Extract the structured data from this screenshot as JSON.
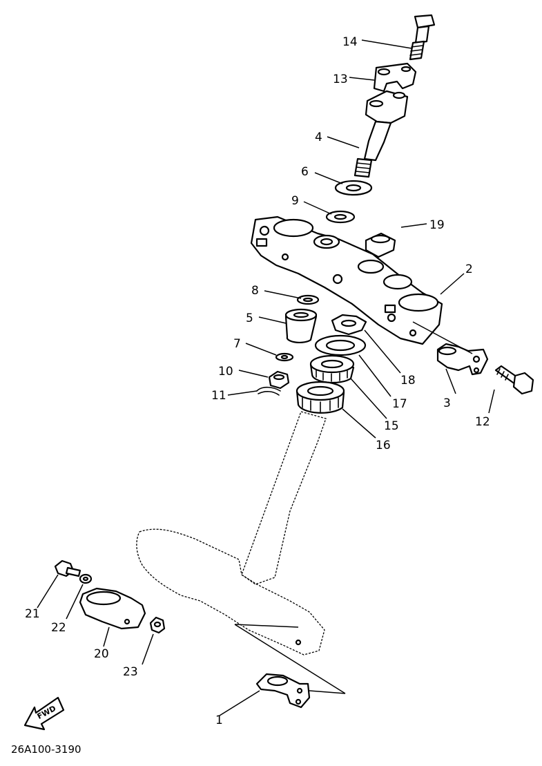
{
  "diagram_code": "26A100-3190",
  "fwd_label": "FWD",
  "callouts": {
    "c1": "1",
    "c2": "2",
    "c3": "3",
    "c4": "4",
    "c5": "5",
    "c6": "6",
    "c7": "7",
    "c8": "8",
    "c9": "9",
    "c10": "10",
    "c11": "11",
    "c12": "12",
    "c13": "13",
    "c14": "14",
    "c15": "15",
    "c16": "16",
    "c17": "17",
    "c18": "18",
    "c19": "19",
    "c20": "20",
    "c21": "21",
    "c22": "22",
    "c23": "23"
  }
}
